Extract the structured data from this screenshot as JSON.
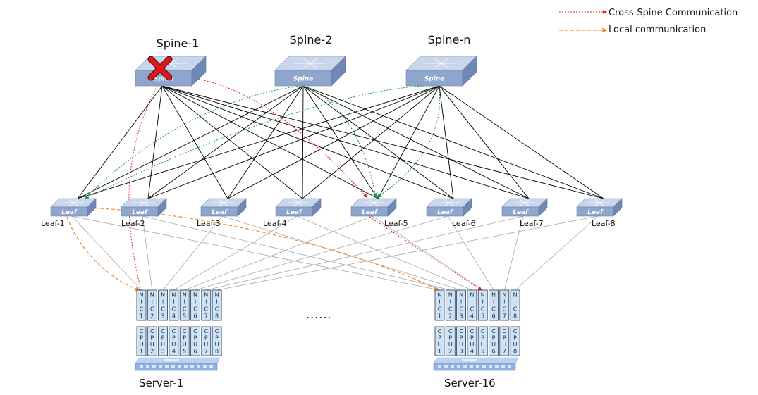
{
  "legend": {
    "cross_spine": {
      "label": "Cross-Spine Communication",
      "color": "#e02020"
    },
    "local": {
      "label": "Local communication",
      "color": "#f08a30"
    }
  },
  "colors": {
    "switch_top": "#c9d5ea",
    "switch_front": "#8fa6cc",
    "switch_side": "#6f88b4",
    "spine_leaf_link": "#000000",
    "leaf_server_link": "#a8a8a8",
    "green_path": "#1a9a4a",
    "slot_fill": "#cfe3f6",
    "failure_mark": "#e0161b"
  },
  "spines": [
    {
      "name": "Spine-1",
      "box_label": "Spine",
      "failed": true,
      "failure_icon": "red-x-icon"
    },
    {
      "name": "Spine-2",
      "box_label": "Spine",
      "failed": false
    },
    {
      "name": "Spine-n",
      "box_label": "Spine",
      "failed": false
    }
  ],
  "leaves": [
    {
      "name": "Leaf-1",
      "box_label": "Leaf"
    },
    {
      "name": "Leaf-2",
      "box_label": "Leaf"
    },
    {
      "name": "Leaf-3",
      "box_label": "Leaf"
    },
    {
      "name": "Leaf-4",
      "box_label": "Leaf"
    },
    {
      "name": "Leaf-5",
      "box_label": "Leaf"
    },
    {
      "name": "Leaf-6",
      "box_label": "Leaf"
    },
    {
      "name": "Leaf-7",
      "box_label": "Leaf"
    },
    {
      "name": "Leaf-8",
      "box_label": "Leaf"
    }
  ],
  "servers": [
    {
      "name": "Server-1",
      "nics": [
        "NIC1",
        "NIC2",
        "NIC3",
        "NIC4",
        "NIC5",
        "NIC6",
        "NIC7",
        "NIC8"
      ],
      "cpus": [
        "CPU1",
        "CPU2",
        "CPU3",
        "CPU4",
        "CPU5",
        "CPU6",
        "CPU7",
        "CPU8"
      ]
    },
    {
      "name": "Server-16",
      "nics": [
        "NIC1",
        "NIC2",
        "NIC3",
        "NIC4",
        "NIC5",
        "NIC6",
        "NIC7",
        "NIC8"
      ],
      "cpus": [
        "CPU1",
        "CPU2",
        "CPU3",
        "CPU4",
        "CPU5",
        "CPU6",
        "CPU7",
        "CPU8"
      ]
    }
  ],
  "ellipsis": "......"
}
